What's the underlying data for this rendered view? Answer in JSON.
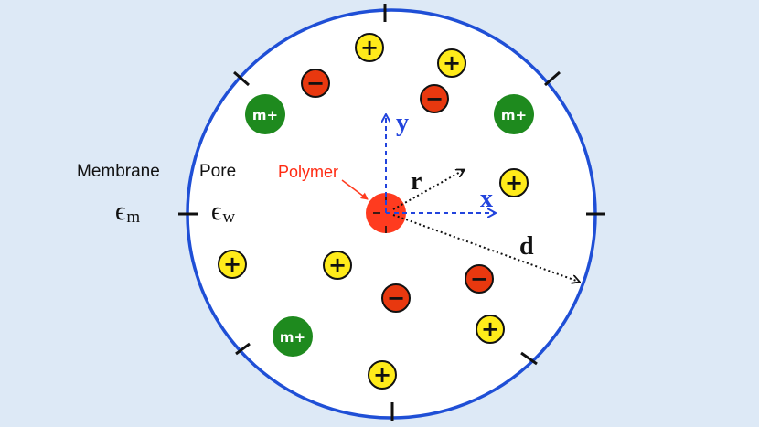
{
  "labels": {
    "membrane": "Membrane",
    "pore": "Pore",
    "membrane_eps": "ϵ",
    "membrane_eps_sub": "m",
    "pore_eps": "ϵ",
    "pore_eps_sub": "w",
    "polymer": "Polymer",
    "axis_x": "x",
    "axis_y": "y",
    "radius_r": "r",
    "radius_d": "d"
  },
  "ions": {
    "positive_symbol": "+",
    "negative_symbol": "−",
    "multivalent_label": "m+"
  },
  "colors": {
    "background": "#dde9f6",
    "pore_fill": "#ffffff",
    "pore_outline": "#1f4fd6",
    "polymer": "#ff3b1f",
    "positive_ion": "#ffeb1a",
    "negative_ion": "#e8380f",
    "multivalent_ion": "#1e8a1e",
    "axis": "#2244dd"
  }
}
